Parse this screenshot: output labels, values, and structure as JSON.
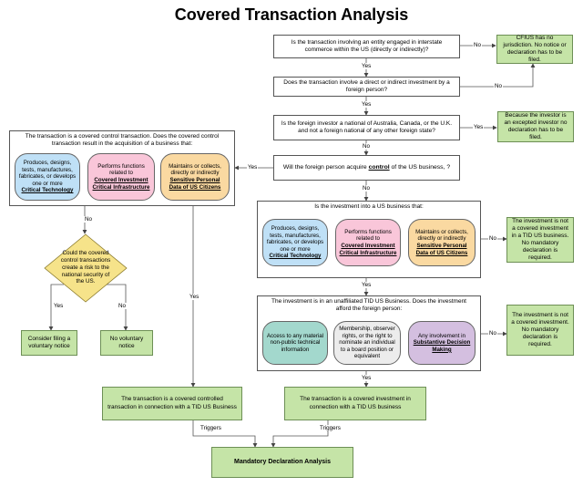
{
  "title": "Covered Transaction Analysis",
  "q1": "Is the transaction involving an entity engaged in interstate commerce within the US (directly or indirectly)?",
  "q1_no_result": "CFIUS has no jurisdiction. No notice or declaration has to be filed.",
  "q2": "Does the transaction involve a direct or indirect investment by a foreign person?",
  "q3": "Is the foreign investor a national of Australia, Canada, or the U.K. and not a foreign national of any other foreign state?",
  "q3_yes_result": "Because the investor is an excepted investor no declaration has to be filed.",
  "q4": {
    "before": "Will the foreign person acquire ",
    "underlined": "control",
    "after": " of the US business, ?"
  },
  "control_frame": {
    "title": "The transaction is a covered control transaction. Does the covered control transaction result in the acquisition of a business that:",
    "tech": {
      "text": "Produces, designs, tests, manufactures, fabricates, or develops one or more",
      "emph": "Critical Technology"
    },
    "infra": {
      "text": "Performs functions related to",
      "emph": "Covered Investment Critical Infrastructure"
    },
    "data": {
      "text": "Maintains or collects, directly or indirectly",
      "emph": "Sensitive Personal Data of US Citizens"
    }
  },
  "risk_question": "Could the covered control transactions create a risk to the national security of the US.",
  "consider_filing": "Consider filing a voluntary notice",
  "no_voluntary": "No voluntary notice",
  "invest_frame": {
    "title": "Is the investment into a US business that:",
    "tech": {
      "text": "Produces, designs, tests, manufactures, fabricates, or develops one or more",
      "emph": "Critical Technology"
    },
    "infra": {
      "text": "Performs functions related to",
      "emph": "Covered Investment Critical Infrastructure"
    },
    "data": {
      "text": "Maintains or collects, directly or indirectly",
      "emph": "Sensitive Personal Data of US Citizens"
    }
  },
  "not_covered_1": "The investment is not a covered investment in a TID US business. No mandatory declaration is required.",
  "unaff_frame": {
    "title": "The investment is in an unaffiliated TID US Business. Does the investment afford the foreign person:",
    "access": "Access to any material non-public technical information",
    "membership": "Membership, observer rights, or the right to nominate an individual to a board position or equivalent",
    "involvement": {
      "text": "Any involvement in",
      "emph": "Substantive Decision Making"
    }
  },
  "not_covered_2": "The investment is not a covered investment. No mandatory declaration is required.",
  "covered_control_result": "The transaction is a covered controlled transaction in connection with a TID US Business",
  "covered_invest_result": "The transaction is a covered investment in connection with a TID US business",
  "mandatory": "Mandatory Declaration Analysis",
  "labels": {
    "yes": "Yes",
    "no": "No",
    "triggers": "Triggers"
  }
}
